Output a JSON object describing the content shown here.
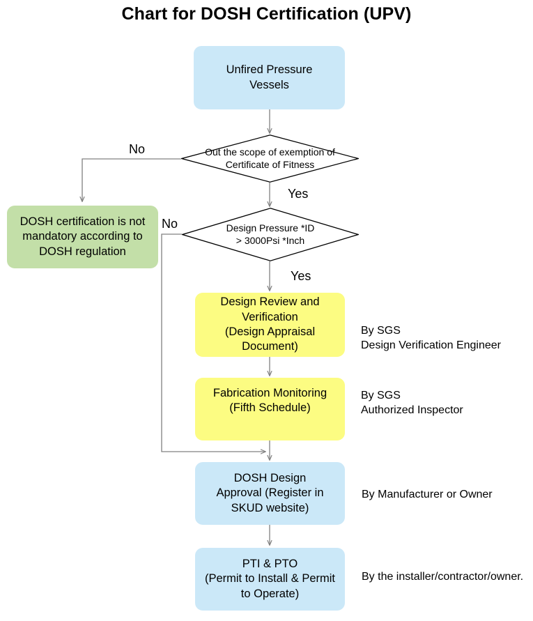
{
  "title": "Chart for DOSH Certification (UPV)",
  "colors": {
    "blue_fill": "#cbe8f8",
    "green_fill": "#c3dfa8",
    "yellow_fill": "#fcfc82",
    "connector": "#808080",
    "diamond_stroke": "#000000",
    "text": "#000000",
    "background": "#ffffff"
  },
  "nodes": {
    "start": {
      "label": "Unfired Pressure\nVessels",
      "shape": "rounded-rect",
      "fill": "blue"
    },
    "decision_scope": {
      "label": "Out the scope of exemption of\nCertificate of Fitness",
      "shape": "diamond"
    },
    "not_mandatory": {
      "label": "DOSH certification is not\nmandatory according to\nDOSH regulation",
      "shape": "rounded-rect",
      "fill": "green"
    },
    "decision_pressure": {
      "label": "Design Pressure *ID\n> 3000Psi *Inch",
      "shape": "diamond"
    },
    "design_review": {
      "label": "Design Review and\nVerification\n(Design Appraisal\nDocument)",
      "shape": "rounded-rect",
      "fill": "yellow"
    },
    "fabrication": {
      "label": "Fabrication Monitoring\n(Fifth Schedule)",
      "shape": "rounded-rect",
      "fill": "yellow"
    },
    "dosh_approval": {
      "label": "DOSH Design\nApproval (Register in\nSKUD website)",
      "shape": "rounded-rect",
      "fill": "blue"
    },
    "pti_pto": {
      "label": "PTI & PTO\n(Permit to Install & Permit\nto Operate)",
      "shape": "rounded-rect",
      "fill": "blue"
    }
  },
  "edge_labels": {
    "scope_no": "No",
    "scope_yes": "Yes",
    "pressure_no": "No",
    "pressure_yes": "Yes"
  },
  "side_notes": {
    "design_review_note": "By SGS\nDesign Verification Engineer",
    "fabrication_note": "By SGS\nAuthorized Inspector",
    "dosh_approval_note": "By Manufacturer or Owner",
    "pti_pto_note": "By the installer/contractor/owner."
  }
}
